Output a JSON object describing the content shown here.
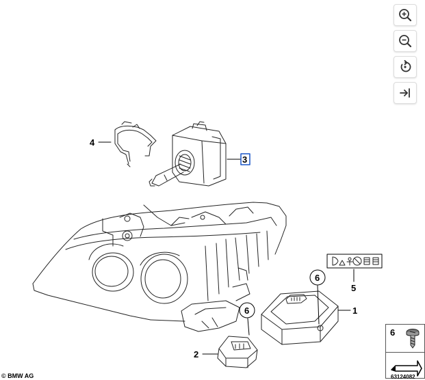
{
  "diagram": {
    "callouts": {
      "c1": "1",
      "c2": "2",
      "c3": "3",
      "c4": "4",
      "c5": "5",
      "c6a": "6",
      "c6b": "6"
    },
    "selected_callout": "3",
    "highlight_color": "#1a56c9"
  },
  "toolbar": {
    "icons": [
      "zoom-in-icon",
      "zoom-out-icon",
      "reset-icon",
      "collapse-panel-icon"
    ]
  },
  "legend": {
    "part_number": "6"
  },
  "footer": {
    "copyright": "© BMW AG",
    "diagram_number": "63124082"
  }
}
